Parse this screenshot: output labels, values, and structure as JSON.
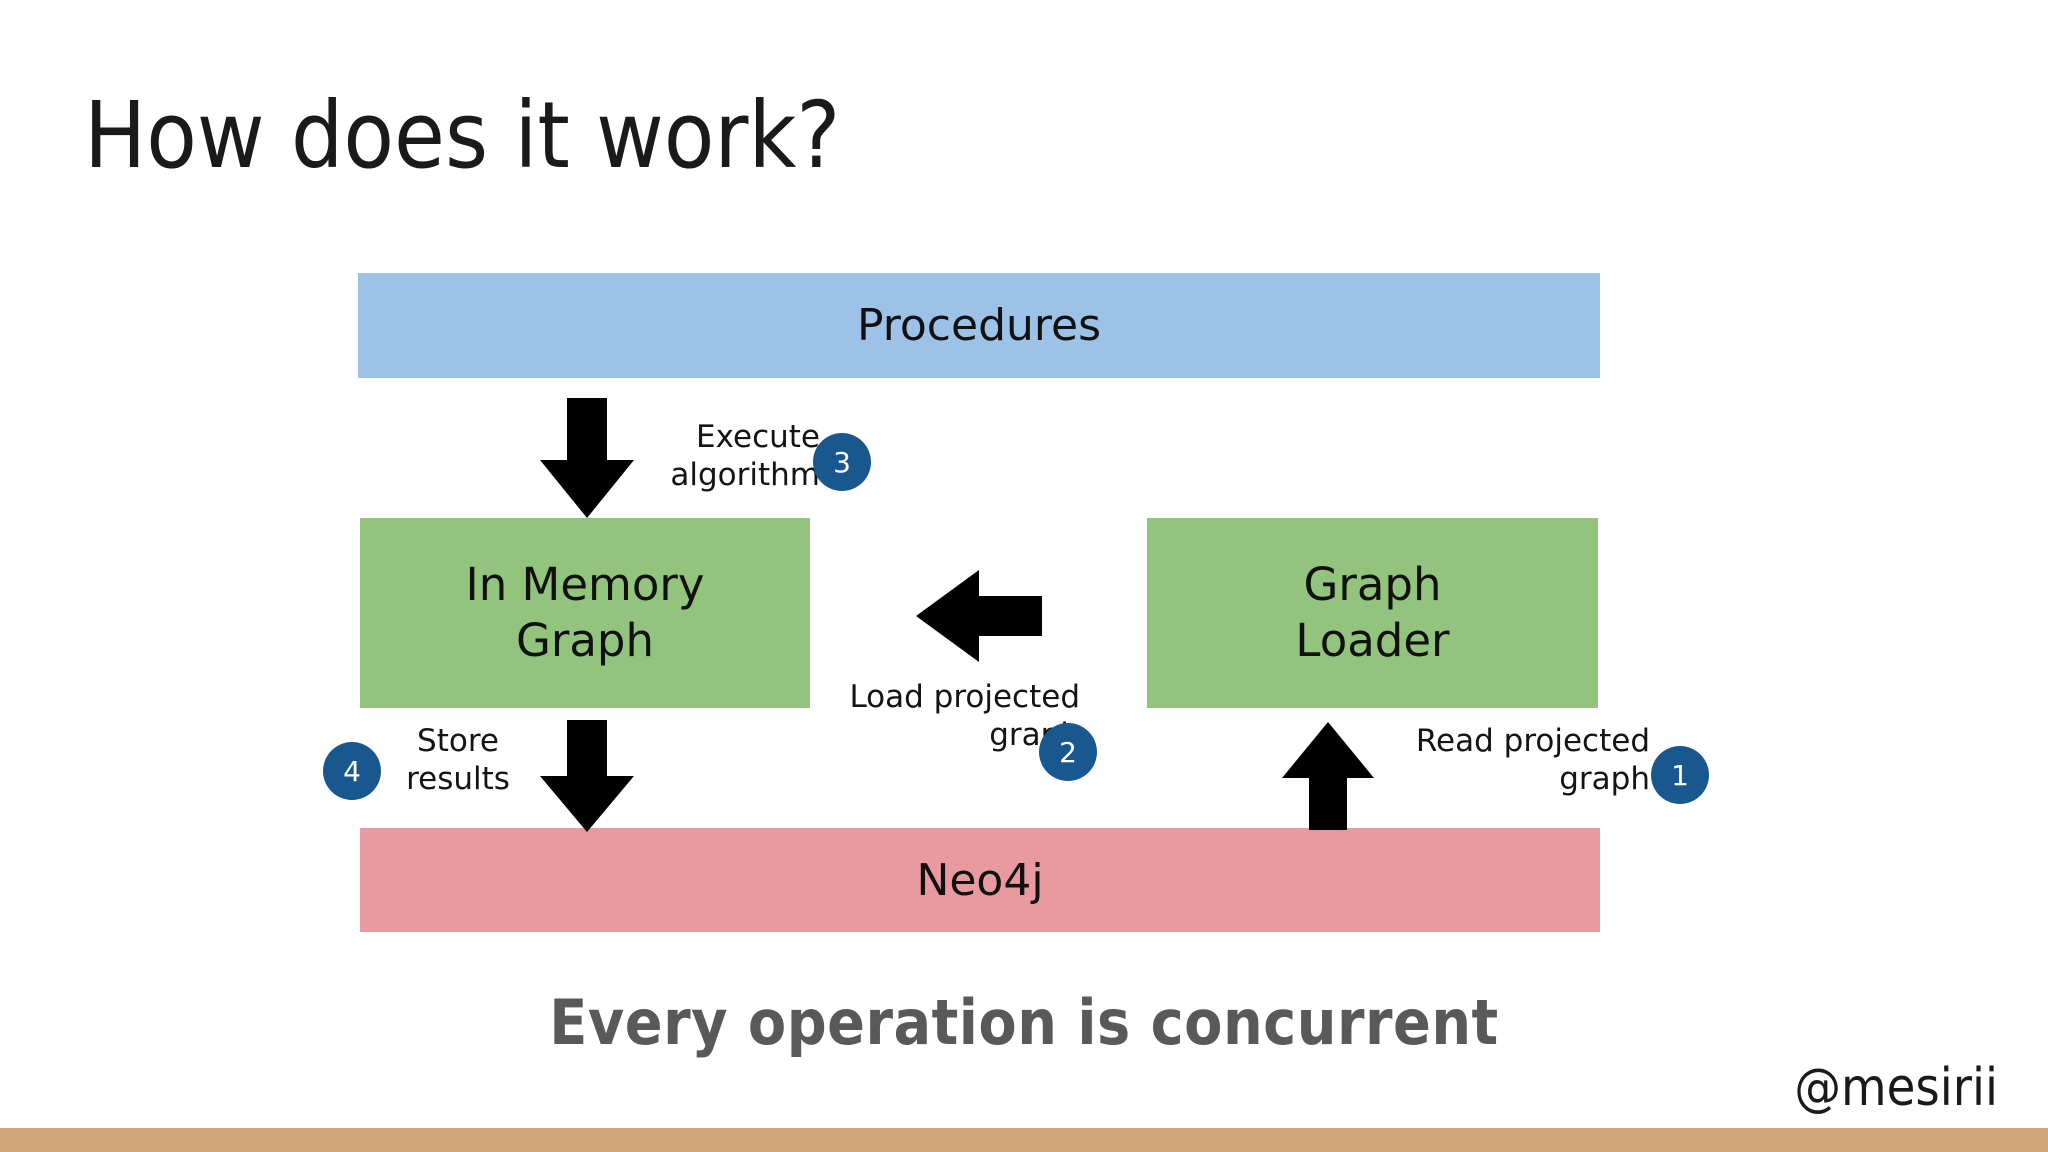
{
  "slide": {
    "title": "How does it work?",
    "tagline": "Every operation is concurrent",
    "handle": "@mesirii",
    "background_color": "#ffffff",
    "footer_bar_color": "#cfa678"
  },
  "diagram": {
    "boxes": [
      {
        "id": "procedures",
        "label": "Procedures",
        "color": "#9cc2e8"
      },
      {
        "id": "in-memory-graph",
        "label": "In Memory\nGraph",
        "color": "#93c47d"
      },
      {
        "id": "graph-loader",
        "label": "Graph\nLoader",
        "color": "#93c47d"
      },
      {
        "id": "neo4j",
        "label": "Neo4j",
        "color": "#e89a9e"
      }
    ],
    "steps": [
      {
        "number": "1",
        "label": "Read projected\ngraph",
        "direction": "up",
        "badge_color": "#19588f"
      },
      {
        "number": "2",
        "label": "Load projected\ngraph",
        "direction": "left",
        "badge_color": "#19588f"
      },
      {
        "number": "3",
        "label": "Execute\nalgorithm",
        "direction": "down",
        "badge_color": "#19588f"
      },
      {
        "number": "4",
        "label": "Store\nresults",
        "direction": "down",
        "badge_color": "#19588f"
      }
    ]
  }
}
